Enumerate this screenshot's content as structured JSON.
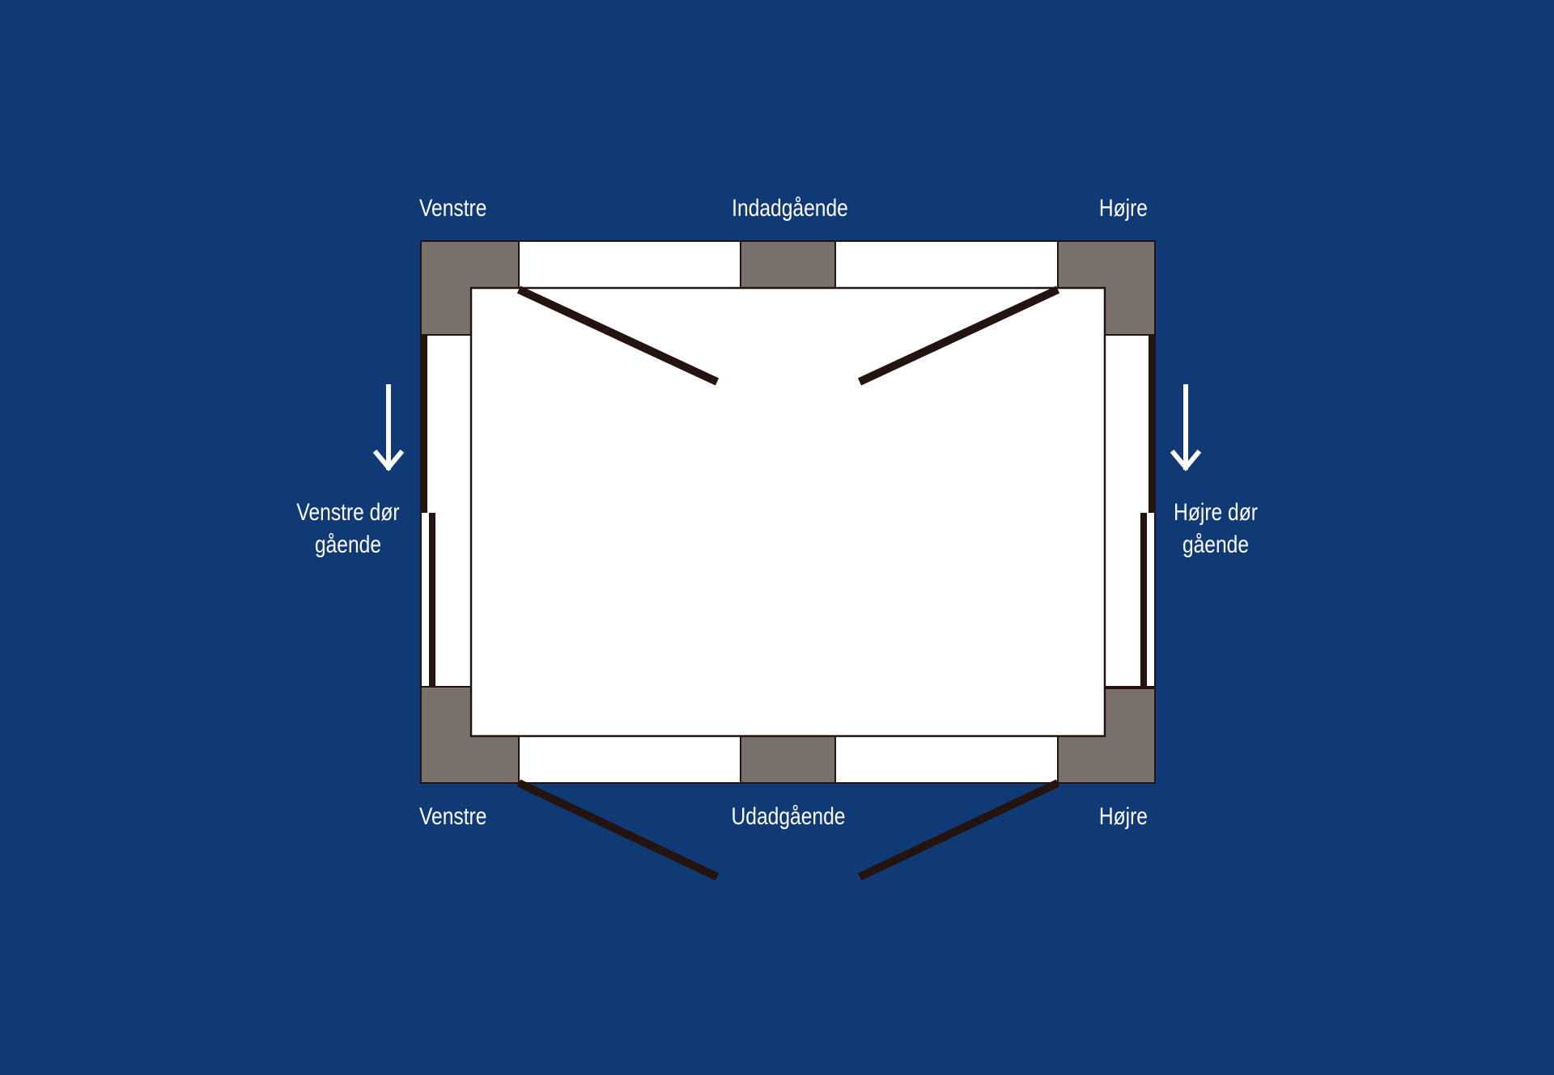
{
  "colors": {
    "background": "#0f3a75",
    "post": "#7a716c",
    "panel": "#ffffff",
    "door_line": "#24140f",
    "label": "#ffffff"
  },
  "labels": {
    "top_left": "Venstre",
    "top_center": "Indadgående",
    "top_right": "Højre",
    "bottom_left": "Venstre",
    "bottom_center": "Udadgående",
    "bottom_right": "Højre",
    "left_door_line1": "Venstre dør",
    "left_door_line2": "gående",
    "right_door_line1": "Højre dør",
    "right_door_line2": "gående"
  },
  "icons": {
    "left_arrow": "arrow-down-icon",
    "right_arrow": "arrow-down-icon"
  }
}
